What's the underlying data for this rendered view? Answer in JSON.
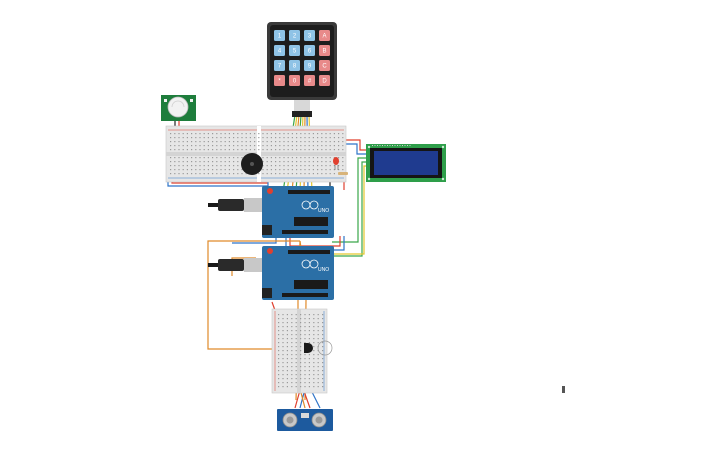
{
  "keypad": {
    "keys": [
      [
        "1",
        "2",
        "3",
        "A"
      ],
      [
        "4",
        "5",
        "6",
        "B"
      ],
      [
        "7",
        "8",
        "9",
        "C"
      ],
      [
        "*",
        "0",
        "#",
        "D"
      ]
    ],
    "digit_key_color": "#8fc3e6",
    "letter_key_color": "#e88a8a",
    "body_color": "#3a3a3a"
  },
  "arduino_top": {
    "label": "UNO",
    "board_color": "#2b6fa6"
  },
  "arduino_bottom": {
    "label": "UNO",
    "board_color": "#2b6fa6"
  },
  "lcd": {
    "screen_color": "#1f3b8f",
    "pcb_color": "#2e9e4a"
  },
  "pir_sensor": {
    "pcb_color": "#1e7d3c"
  },
  "ultrasonic_sensor": {
    "pcb_color": "#1d5a9e"
  },
  "wire_colors": {
    "red": "#e0402f",
    "green": "#3aa64a",
    "blue": "#2f74c9",
    "orange": "#e08a2a",
    "yellow": "#e3c62d",
    "black": "#222222"
  }
}
